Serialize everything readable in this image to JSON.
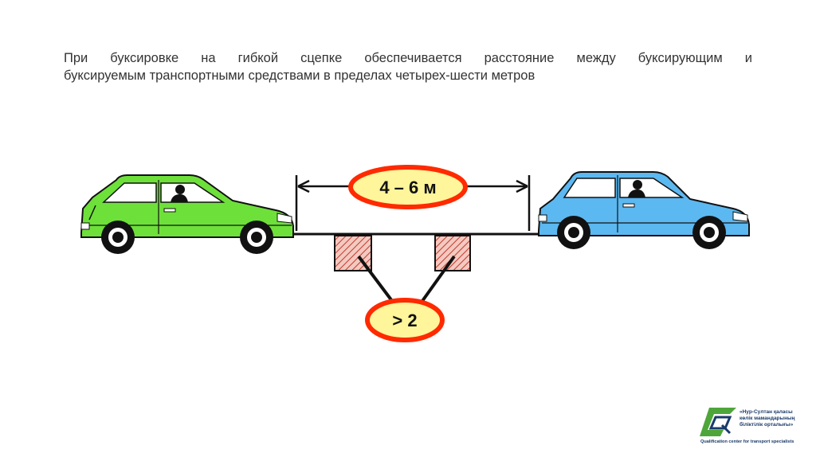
{
  "caption": {
    "line1": "При буксировке на гибкой сцепке обеспечивается расстояние между буксирующим и",
    "line2": "буксируемым транспортными средствами в пределах четырех-шести метров"
  },
  "labels": {
    "distance": "4 – 6 м",
    "min_size": "> 2"
  },
  "logo": {
    "line1": "«Нур-Султан қаласы",
    "line2": "көлік мамандарының",
    "line3": "біліктілік орталығы»",
    "subtitle": "Qualification center for transport specialists"
  },
  "colors": {
    "towing_car": "#6ee03a",
    "towed_car": "#5cb8f0",
    "ellipse_fill": "#fff59a",
    "ellipse_border": "#ff2a00",
    "flag_hatch": "#c23b2e",
    "logo_green": "#4ea63a",
    "logo_blue": "#1a3a6b"
  }
}
